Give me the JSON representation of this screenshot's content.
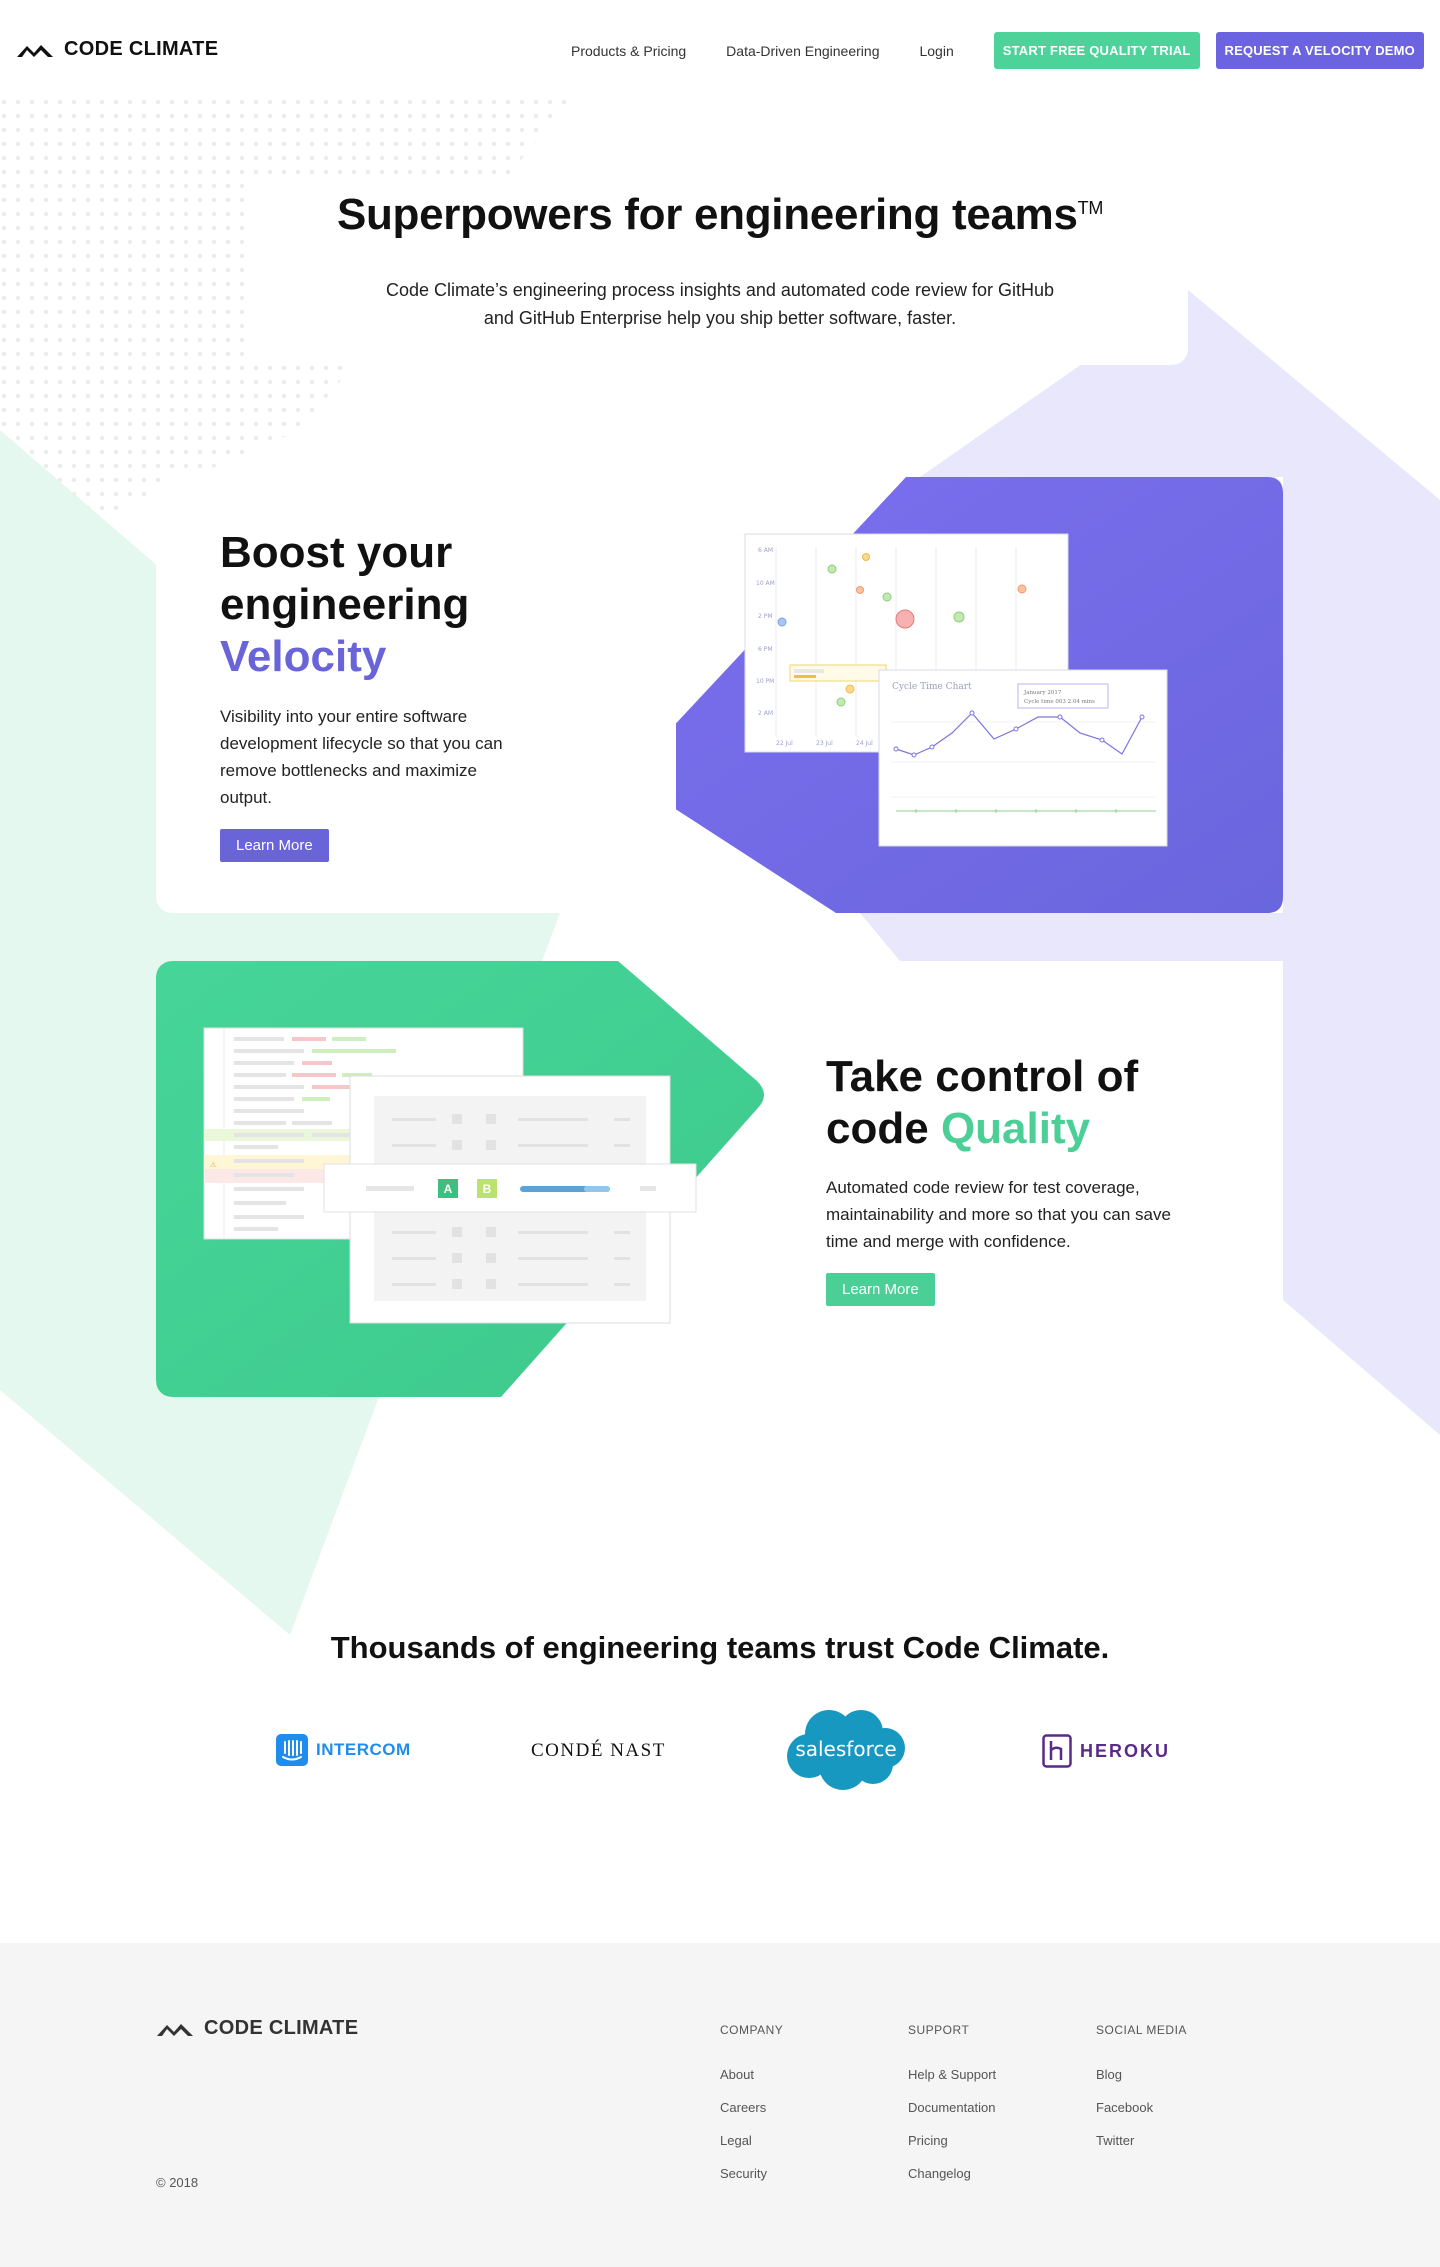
{
  "header": {
    "logo_text": "CODE CLIMATE",
    "nav": [
      "Products & Pricing",
      "Data-Driven Engineering",
      "Login"
    ],
    "trial_button": "START FREE QUALITY TRIAL",
    "demo_button": "REQUEST A VELOCITY DEMO"
  },
  "hero": {
    "title": "Superpowers for engineering teams",
    "trademark": "TM",
    "subtitle": "Code Climate’s engineering process insights and automated code review for GitHub and GitHub Enterprise help you ship better software, faster."
  },
  "velocity": {
    "title_line1": "Boost your engineering",
    "title_accent": "Velocity",
    "description": "Visibility into your entire software development lifecycle so that you can remove bottlenecks and maximize output.",
    "button": "Learn More",
    "accent_color": "#6a64d9"
  },
  "quality": {
    "title_line1": "Take control of code",
    "title_accent": "Quality",
    "description": "Automated code review for test coverage, maintainability and more so that you can save time and merge with confidence.",
    "button": "Learn More",
    "accent_color": "#4bcf96",
    "grade_a": "A",
    "grade_b": "B"
  },
  "trust": {
    "title": "Thousands of engineering teams trust Code Climate.",
    "brands": [
      "INTERCOM",
      "CONDÉ NAST",
      "salesforce",
      "HEROKU"
    ]
  },
  "footer": {
    "logo_text": "CODE CLIMATE",
    "copyright": "© 2018",
    "columns": [
      {
        "title": "COMPANY",
        "links": [
          "About",
          "Careers",
          "Legal",
          "Security"
        ]
      },
      {
        "title": "SUPPORT",
        "links": [
          "Help & Support",
          "Documentation",
          "Pricing",
          "Changelog"
        ]
      },
      {
        "title": "SOCIAL MEDIA",
        "links": [
          "Blog",
          "Facebook",
          "Twitter"
        ]
      }
    ]
  }
}
